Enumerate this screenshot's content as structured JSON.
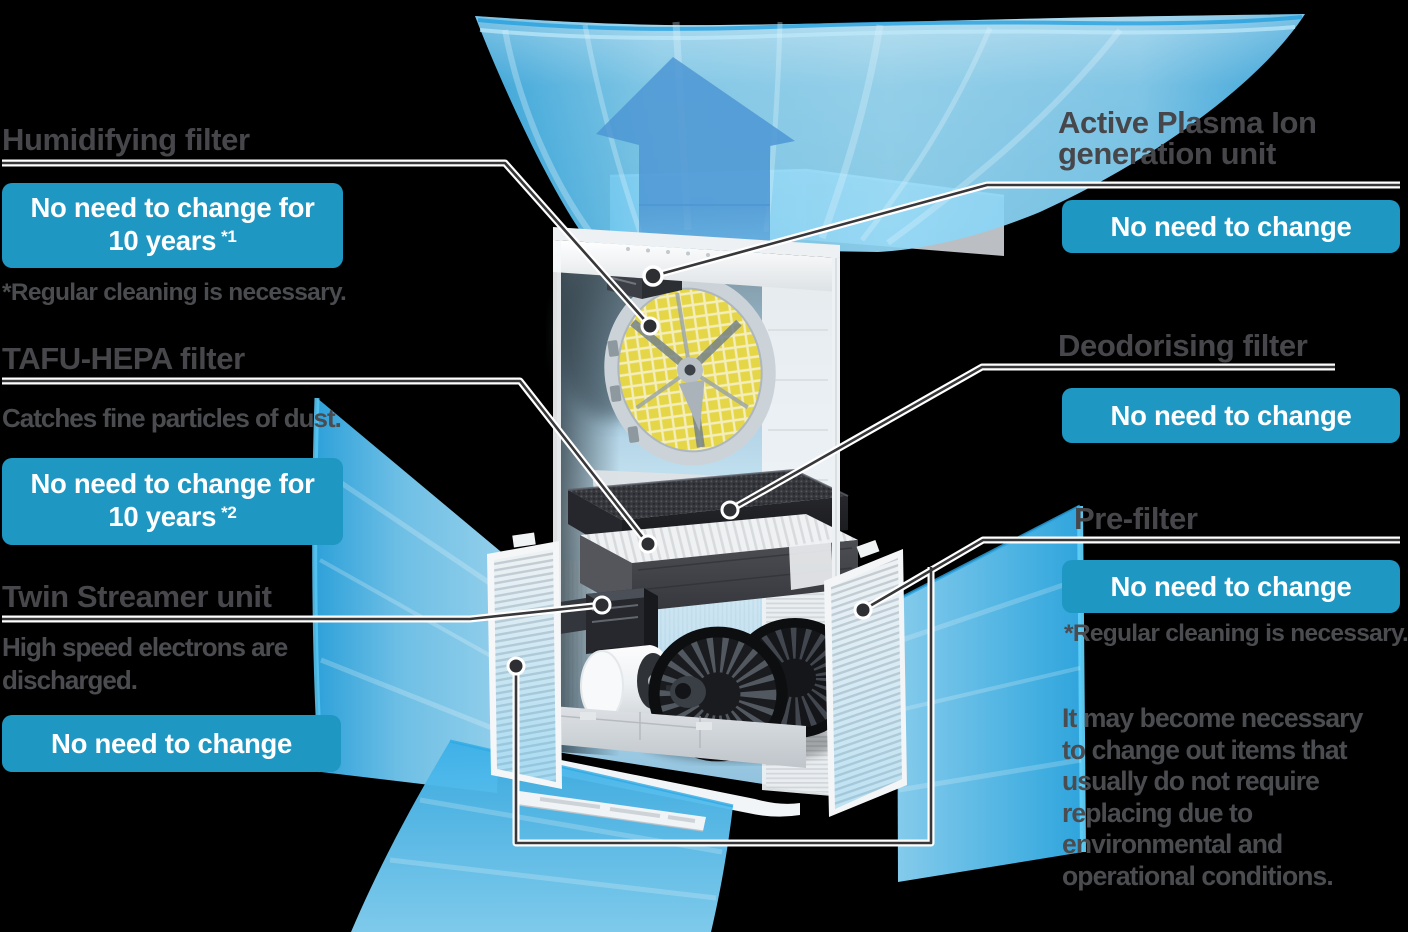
{
  "page": {
    "background": "#000000",
    "description": "Air purifier exploded-view maintenance diagram"
  },
  "colors": {
    "badge_bg": "#1e97c2",
    "badge_text": "#ffffff",
    "heading_text": "#47474b",
    "body_text": "#4b4c50",
    "airflow_blue": "#3fb3ea",
    "leader_line": "#38383b"
  },
  "icons": {
    "airflow_arrow": "up-arrow",
    "leader_dot": "point-marker"
  },
  "labels": {
    "humidifying": {
      "title": "Humidifying filter",
      "badge_line1": "No need to change for",
      "badge_line2": "10 years",
      "badge_sup": "*1",
      "note": "*Regular cleaning is necessary."
    },
    "tafu_hepa": {
      "title": "TAFU-HEPA filter",
      "description": "Catches fine particles of dust.",
      "badge_line1": "No need to change for",
      "badge_line2": "10 years",
      "badge_sup": "*2"
    },
    "twin_streamer": {
      "title": "Twin Streamer unit",
      "description_line1": "High speed electrons are",
      "description_line2": "discharged.",
      "badge": "No need to change"
    },
    "active_plasma_ion": {
      "title_line1": "Active Plasma Ion",
      "title_line2": "generation unit",
      "badge": "No need to change"
    },
    "deodorising": {
      "title": "Deodorising filter",
      "badge": "No need to change"
    },
    "pre_filter": {
      "title": "Pre-filter",
      "badge": "No need to change",
      "note": "*Regular cleaning is necessary."
    }
  },
  "disclaimer": {
    "line1": "It may become necessary",
    "line2": "to change out items that",
    "line3": "usually do not require",
    "line4": "replacing due to",
    "line5": "environmental and",
    "line6": "operational conditions."
  }
}
